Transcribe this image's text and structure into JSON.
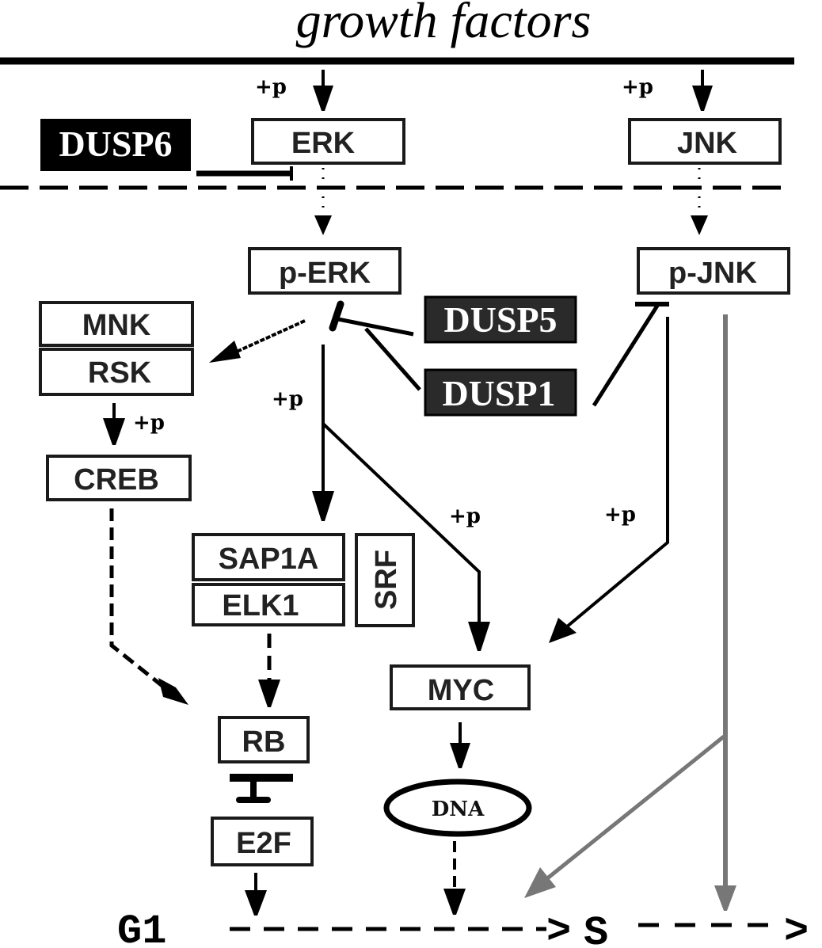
{
  "title": "growth factors",
  "nodes": {
    "erk": "ERK",
    "jnk": "JNK",
    "p_erk": "p-ERK",
    "p_jnk": "p-JNK",
    "mnk": "MNK",
    "rsk": "RSK",
    "creb": "CREB",
    "sap1a": "SAP1A",
    "elk1": "ELK1",
    "srf": "SRF",
    "myc": "MYC",
    "rb": "RB",
    "e2f": "E2F",
    "dna": "DNA"
  },
  "inhibitors": {
    "dusp6": "DUSP6",
    "dusp5": "DUSP5",
    "dusp1": "DUSP1"
  },
  "phosphorylation_label": "+p",
  "cell_cycle": {
    "g1": "G1",
    "s": "S",
    "arrow": ">"
  },
  "colors": {
    "line": "#000000",
    "jnk_gray_path": "#777777",
    "dusp_fill": "#2a2a2a"
  }
}
